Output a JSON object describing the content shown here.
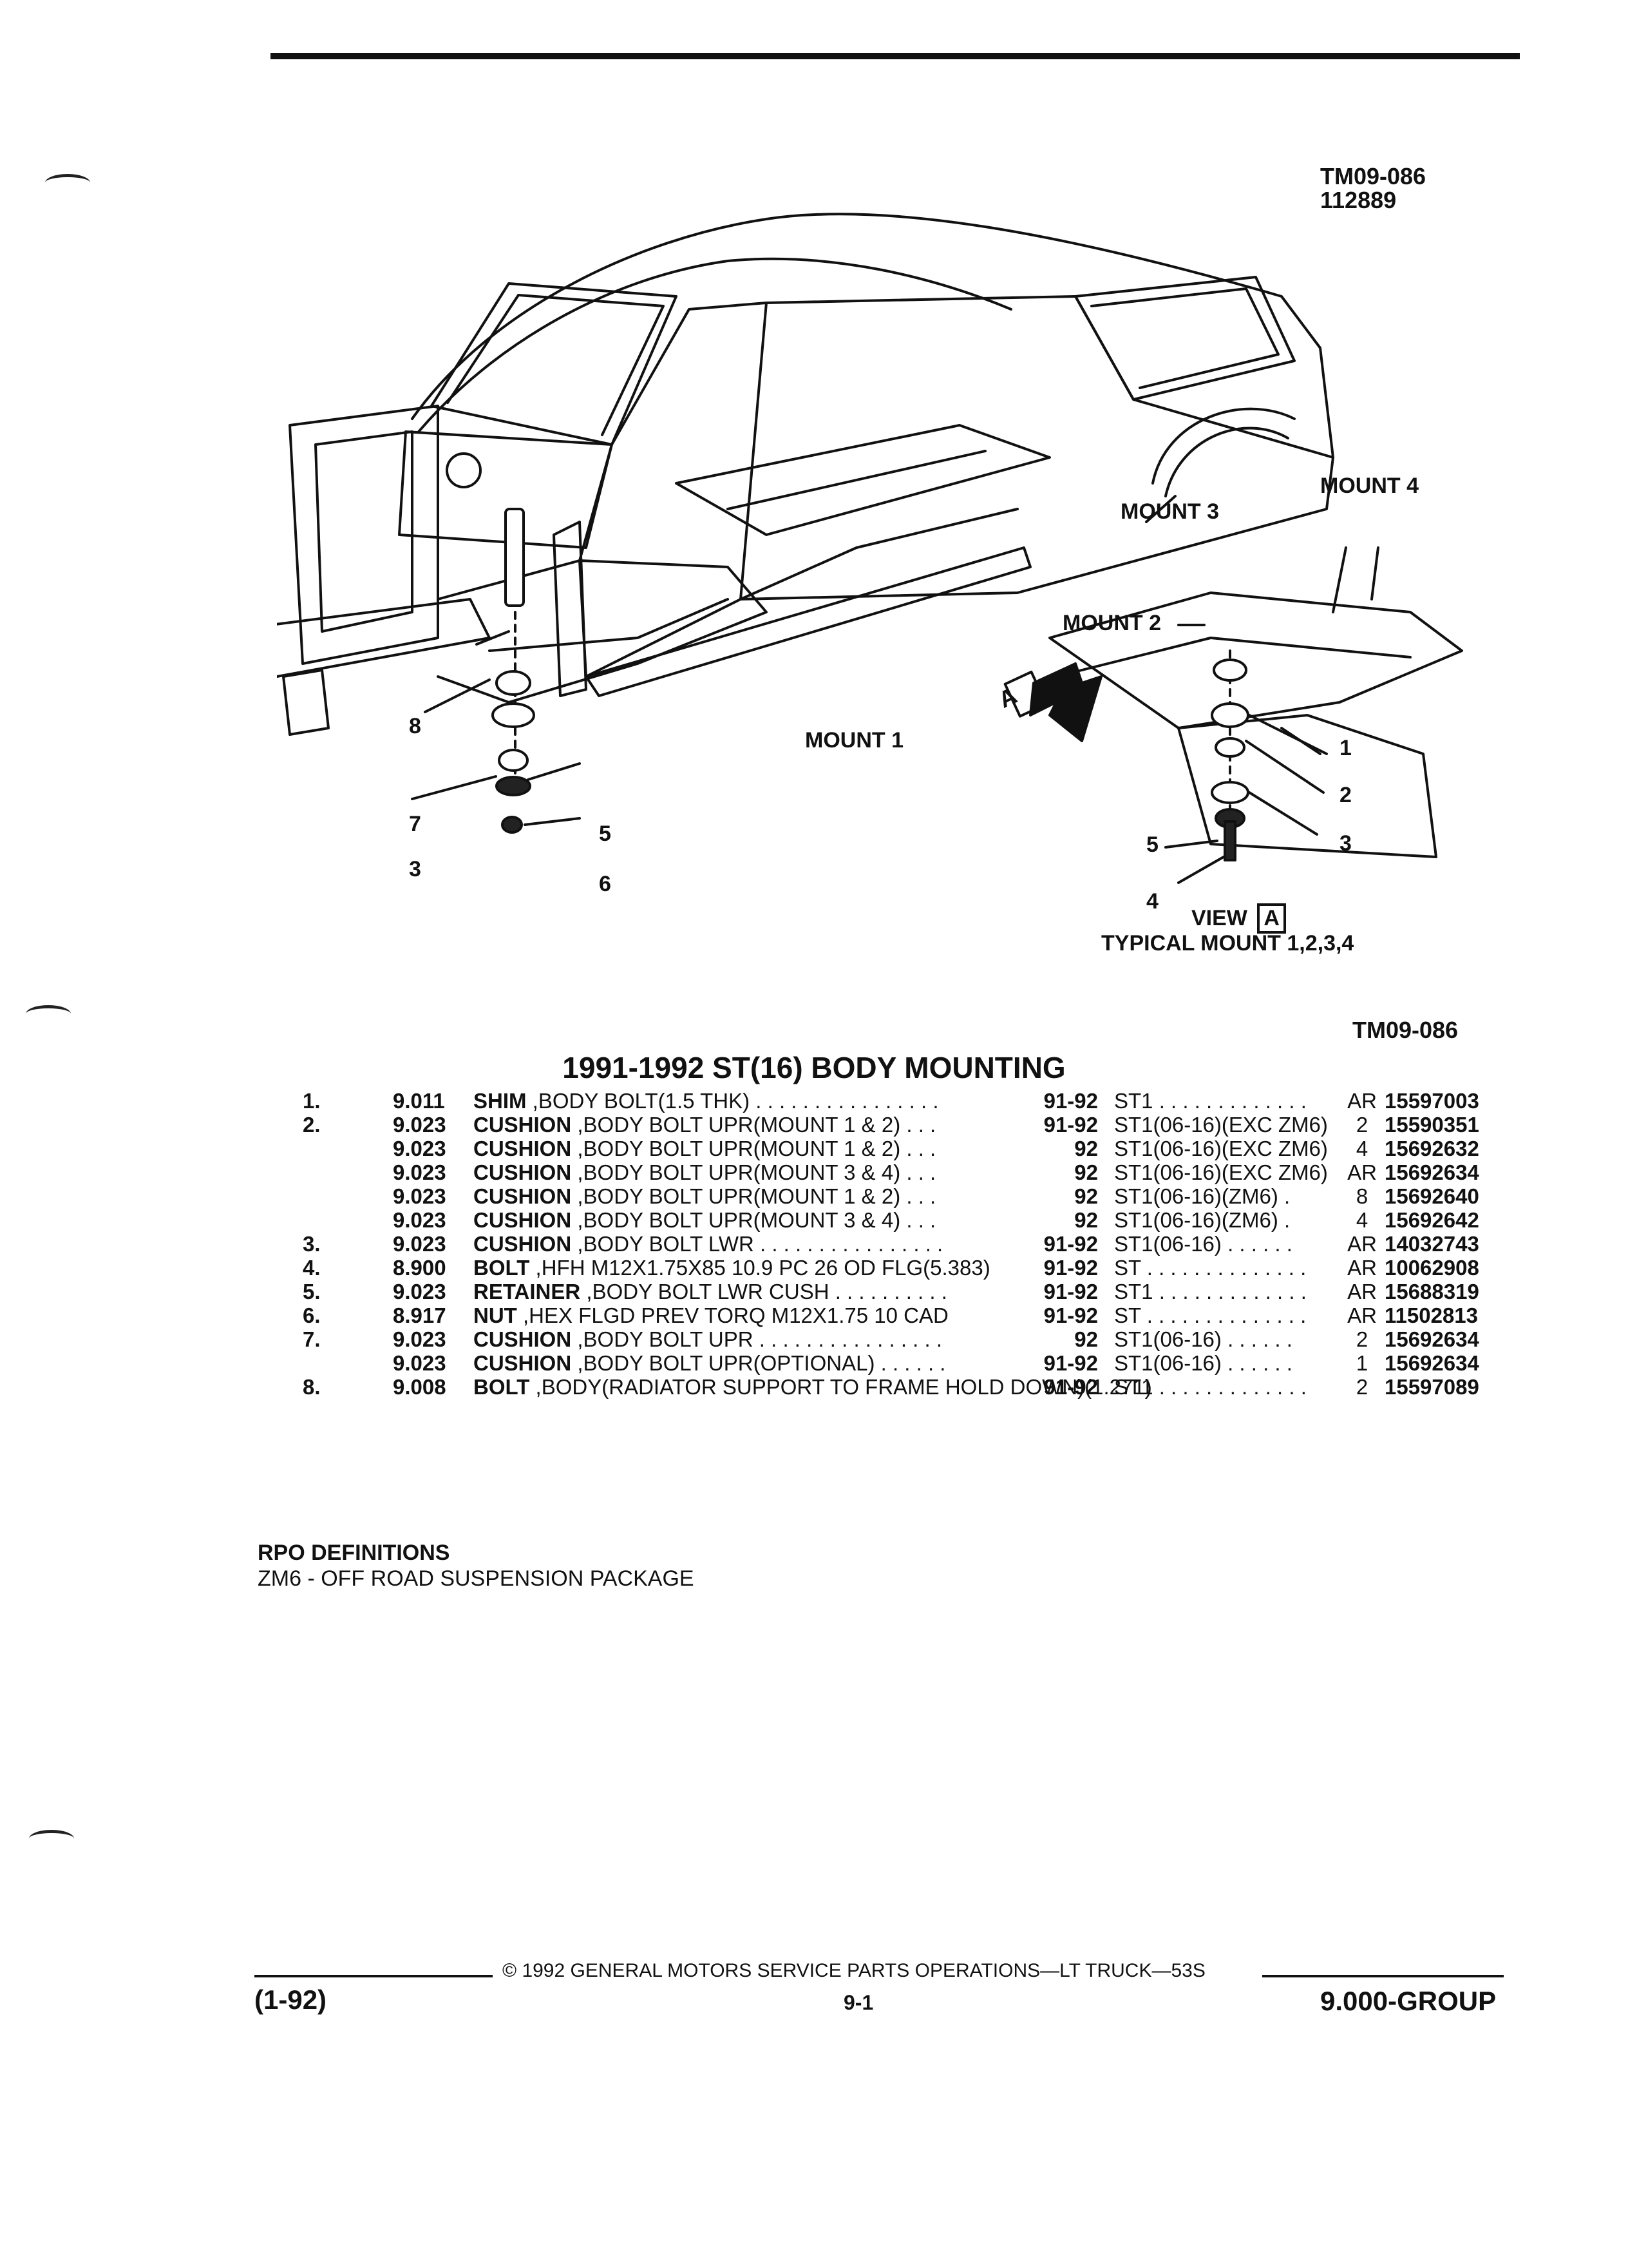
{
  "header": {
    "figure_code": "TM09-086",
    "figure_number": "112889"
  },
  "diagram": {
    "mount_labels": [
      "MOUNT 1",
      "MOUNT 2",
      "MOUNT 3",
      "MOUNT 4"
    ],
    "view_arrow_label": "A",
    "view_caption": "VIEW",
    "view_letter": "A",
    "typical_caption": "TYPICAL MOUNT 1,2,3,4",
    "left_callouts": [
      "8",
      "7",
      "3",
      "5",
      "6"
    ],
    "right_callouts": [
      "1",
      "2",
      "3",
      "5",
      "4"
    ]
  },
  "figure_ref": "TM09-086",
  "title": "1991-1992 ST(16) BODY MOUNTING",
  "parts": [
    {
      "num": "1.",
      "group": "9.011",
      "name": "SHIM",
      "desc": " ,BODY BOLT(1.5 THK)  . . . . . . . . . . . . . . . .",
      "years": "91-92",
      "app": "ST1 . . . . . . . . . . . . .",
      "qty": "AR",
      "pn": "15597003"
    },
    {
      "num": "2.",
      "group": "9.023",
      "name": "CUSHION",
      "desc": " ,BODY BOLT UPR(MOUNT 1 & 2)  . . .",
      "years": "91-92",
      "app": "ST1(06-16)(EXC ZM6)",
      "qty": "2",
      "pn": "15590351"
    },
    {
      "num": "",
      "group": "9.023",
      "name": "CUSHION",
      "desc": " ,BODY BOLT UPR(MOUNT 1 & 2)  . . .",
      "years": "92",
      "app": "ST1(06-16)(EXC ZM6)",
      "qty": "4",
      "pn": "15692632"
    },
    {
      "num": "",
      "group": "9.023",
      "name": "CUSHION",
      "desc": " ,BODY BOLT UPR(MOUNT 3 & 4)  . . .",
      "years": "92",
      "app": "ST1(06-16)(EXC ZM6)",
      "qty": "AR",
      "pn": "15692634"
    },
    {
      "num": "",
      "group": "9.023",
      "name": "CUSHION",
      "desc": " ,BODY BOLT UPR(MOUNT 1 & 2)  . . .",
      "years": "92",
      "app": "ST1(06-16)(ZM6)  .",
      "qty": "8",
      "pn": "15692640"
    },
    {
      "num": "",
      "group": "9.023",
      "name": "CUSHION",
      "desc": " ,BODY BOLT UPR(MOUNT 3 & 4)  . . .",
      "years": "92",
      "app": "ST1(06-16)(ZM6)  .",
      "qty": "4",
      "pn": "15692642"
    },
    {
      "num": "3.",
      "group": "9.023",
      "name": "CUSHION",
      "desc": " ,BODY BOLT LWR  . . . . . . . . . . . . . . . .",
      "years": "91-92",
      "app": "ST1(06-16)  . . . . . .",
      "qty": "AR",
      "pn": "14032743"
    },
    {
      "num": "4.",
      "group": "8.900",
      "name": "BOLT",
      "desc": " ,HFH M12X1.75X85 10.9 PC 26 OD FLG(5.383)",
      "years": "91-92",
      "app": "ST  . . . . . . . . . . . . . .",
      "qty": "AR",
      "pn": "10062908"
    },
    {
      "num": "5.",
      "group": "9.023",
      "name": "RETAINER",
      "desc": " ,BODY BOLT LWR CUSH  . . . . . . . . . .",
      "years": "91-92",
      "app": "ST1 . . . . . . . . . . . . .",
      "qty": "AR",
      "pn": "15688319"
    },
    {
      "num": "6.",
      "group": "8.917",
      "name": "NUT",
      "desc": " ,HEX FLGD PREV TORQ M12X1.75 10 CAD",
      "years": "91-92",
      "app": "ST  . . . . . . . . . . . . . .",
      "qty": "AR",
      "pn": "11502813"
    },
    {
      "num": "7.",
      "group": "9.023",
      "name": "CUSHION",
      "desc": " ,BODY BOLT UPR  . . . . . . . . . . . . . . . .",
      "years": "92",
      "app": "ST1(06-16)  . . . . . .",
      "qty": "2",
      "pn": "15692634"
    },
    {
      "num": "",
      "group": "9.023",
      "name": "CUSHION",
      "desc": " ,BODY BOLT UPR(OPTIONAL)  . . . . . .",
      "years": "91-92",
      "app": "ST1(06-16)  . . . . . .",
      "qty": "1",
      "pn": "15692634"
    },
    {
      "num": "8.",
      "group": "9.008",
      "name": "BOLT",
      "desc": " ,BODY(RADIATOR SUPPORT TO FRAME HOLD DOWN)(1.271)",
      "years": "91-92",
      "app": "ST1 . . . . . . . . . . . . .",
      "qty": "2",
      "pn": "15597089"
    }
  ],
  "rpo": {
    "heading": "RPO DEFINITIONS",
    "definition": "ZM6 - OFF ROAD SUSPENSION PACKAGE"
  },
  "footer": {
    "copyright": "© 1992 GENERAL MOTORS SERVICE PARTS OPERATIONS—LT TRUCK—53S",
    "date_code": "(1-92)",
    "page": "9-1",
    "group": "9.000-GROUP"
  }
}
